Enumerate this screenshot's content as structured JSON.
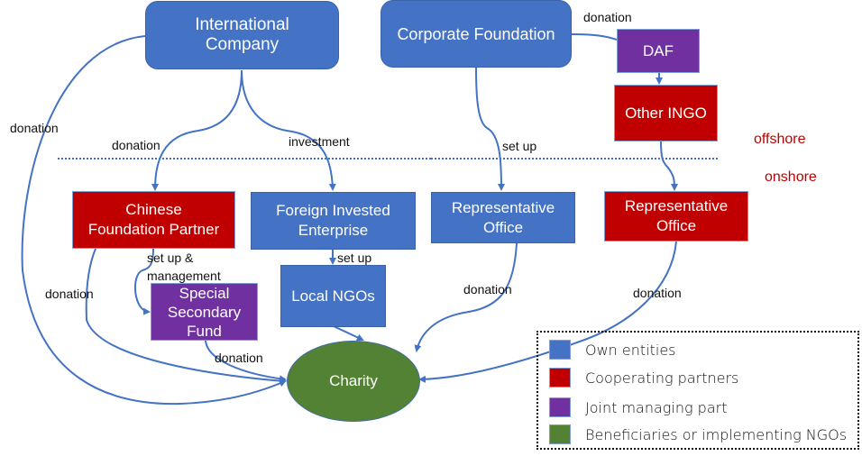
{
  "nodes": {
    "international_company": "International\nCompany",
    "corporate_foundation": "Corporate Foundation",
    "daf": "DAF",
    "other_ingo": "Other INGO",
    "chinese_foundation_partner": "Chinese\nFoundation Partner",
    "foreign_invested_enterprise": "Foreign Invested\nEnterprise",
    "representative_office_own": "Representative\nOffice",
    "representative_office_partner": "Representative\nOffice",
    "special_secondary_fund": "Special\nSecondary\nFund",
    "local_ngos": "Local NGOs",
    "charity": "Charity"
  },
  "edge_labels": {
    "ic_to_charity": "donation",
    "ic_to_cfp": "donation",
    "ic_to_fie": "investment",
    "cf_to_daf": "donation",
    "cf_to_ro": "set up",
    "fie_to_ngo": "set up",
    "cfp_to_ssf": "set up &\nmanagement",
    "cfp_to_charity": "donation",
    "ssf_to_charity": "donation",
    "ro_own_to_charity": "donation",
    "ro_partner_to_charity": "donation"
  },
  "zones": {
    "offshore": "offshore",
    "onshore": "onshore"
  },
  "legend": [
    {
      "label": "Own entities",
      "color": "#4472c4"
    },
    {
      "label": "Cooperating partners",
      "color": "#c00000"
    },
    {
      "label": "Joint managing part",
      "color": "#7030a0"
    },
    {
      "label": "Beneficiaries or implementing NGOs",
      "color": "#548235"
    }
  ]
}
